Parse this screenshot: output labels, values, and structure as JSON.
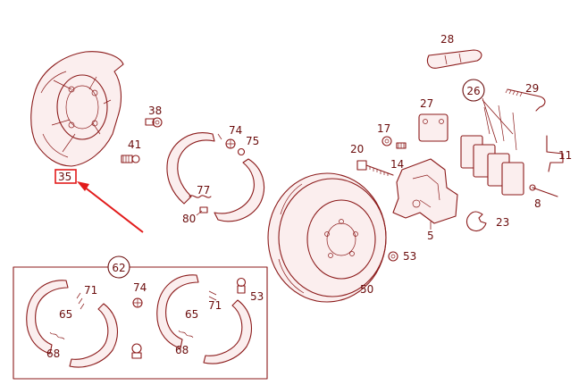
{
  "highlighted_part": "35",
  "colors": {
    "line": "#8b1a1a",
    "label": "#6b0d0d",
    "highlight": "#e21b1b",
    "background": "#ffffff"
  },
  "labels": {
    "p5": "5",
    "p8": "8",
    "p11": "11",
    "p14": "14",
    "p17": "17",
    "p20": "20",
    "p23": "23",
    "p26": "26",
    "p27": "27",
    "p28": "28",
    "p29": "29",
    "p35": "35",
    "p38": "38",
    "p41": "41",
    "p50": "50",
    "p53": "53",
    "p62": "62",
    "p65a": "65",
    "p65b": "65",
    "p68a": "68",
    "p68b": "68",
    "p71a": "71",
    "p71b": "71",
    "p74": "74",
    "p74b": "74",
    "p75": "75",
    "p77": "77",
    "p80": "80",
    "p53b": "53"
  }
}
